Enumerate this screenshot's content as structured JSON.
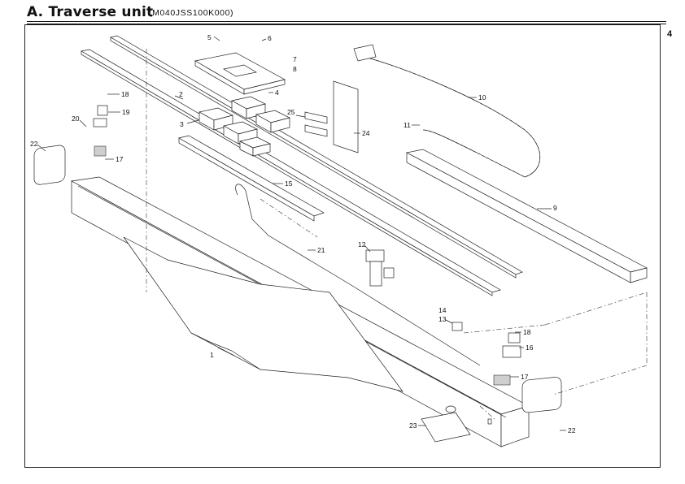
{
  "header": {
    "title": "A. Traverse unit",
    "code": "(M040JSS100K000)",
    "page_number": "4"
  },
  "callouts": [
    "1",
    "2",
    "3",
    "4",
    "5",
    "6",
    "7",
    "8",
    "9",
    "10",
    "11",
    "12",
    "13",
    "14",
    "15",
    "16",
    "17",
    "17",
    "18",
    "18",
    "19",
    "20",
    "21",
    "22",
    "22",
    "23",
    "24",
    "25"
  ]
}
